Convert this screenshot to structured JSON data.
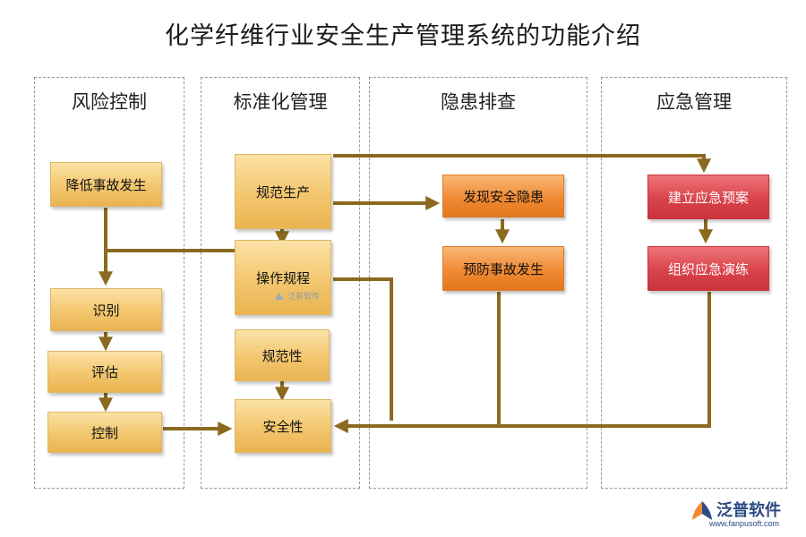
{
  "title": "化学纤维行业安全生产管理系统的功能介绍",
  "lanes": [
    {
      "title": "风险控制"
    },
    {
      "title": "标准化管理"
    },
    {
      "title": "隐患排查"
    },
    {
      "title": "应急管理"
    }
  ],
  "nodes": {
    "reduce_accidents": "降低事故发生",
    "identify": "识别",
    "assess": "评估",
    "control": "控制",
    "standardize_production": "规范生产",
    "operating_procedures": "操作规程",
    "standardization": "规范性",
    "safety": "安全性",
    "find_hazards": "发现安全隐患",
    "prevent_accidents": "预防事故发生",
    "build_plan": "建立应急预案",
    "organize_drill": "组织应急演练"
  },
  "colors": {
    "gold": "#f3c66e",
    "orange": "#f08a33",
    "red": "#d9444b",
    "connector": "#8b6a1f"
  },
  "watermark": "泛普软件",
  "brand": {
    "name": "泛普软件",
    "url": "www.fanpusoft.com",
    "icon": "fanpu-logo-icon"
  }
}
